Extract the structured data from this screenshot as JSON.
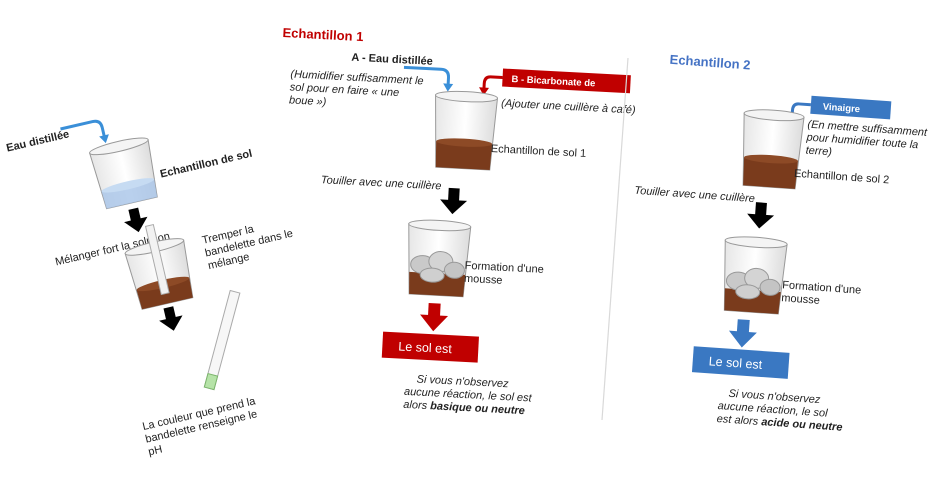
{
  "left": {
    "water_label": "Eau distillée",
    "sample_label": "Echantillon de sol",
    "step_mix": "Mélanger fort la solution",
    "step_dip_1": "Tremper la",
    "step_dip_2": "bandelette dans le",
    "step_dip_3": "mélange",
    "result_1": "La couleur que prend la",
    "result_2": "bandelette renseigne le",
    "result_3": "pH"
  },
  "sample1": {
    "title": "Echantillon 1",
    "a_label": "A - Eau distillée",
    "a_note_1": "(Humidifier suffisamment le",
    "a_note_2": "sol pour en faire « une",
    "a_note_3": "boue »)",
    "b_label": "B - Bicarbonate de",
    "b_note": "(Ajouter une cuillère à café)",
    "cup_label": "Echantillon de sol 1",
    "stir": "Touiller avec une cuillère",
    "foam_1": "Formation d'une",
    "foam_2": "mousse",
    "result_box": "Le sol est",
    "concl_1": "Si vous n'observez",
    "concl_2": "aucune réaction, le sol est",
    "concl_3a": "alors ",
    "concl_3b": "basique ou neutre"
  },
  "sample2": {
    "title": "Echantillon 2",
    "vin_label": "Vinaigre",
    "note_1": "(En mettre suffisamment",
    "note_2": "pour humidifier toute la",
    "note_3": "terre)",
    "cup_label": "Echantillon de sol 2",
    "stir": "Touiller avec une cuillère",
    "foam_1": "Formation d'une",
    "foam_2": "mousse",
    "result_box": "Le sol est",
    "concl_1": "Si vous n'observez",
    "concl_2": "aucune réaction, le sol",
    "concl_3a": "est alors ",
    "concl_3b": "acide ou neutre"
  },
  "colors": {
    "red": "#c00000",
    "blue": "#3a78c2",
    "soil": "#7a3b1c",
    "water": "#a7c4e8"
  }
}
